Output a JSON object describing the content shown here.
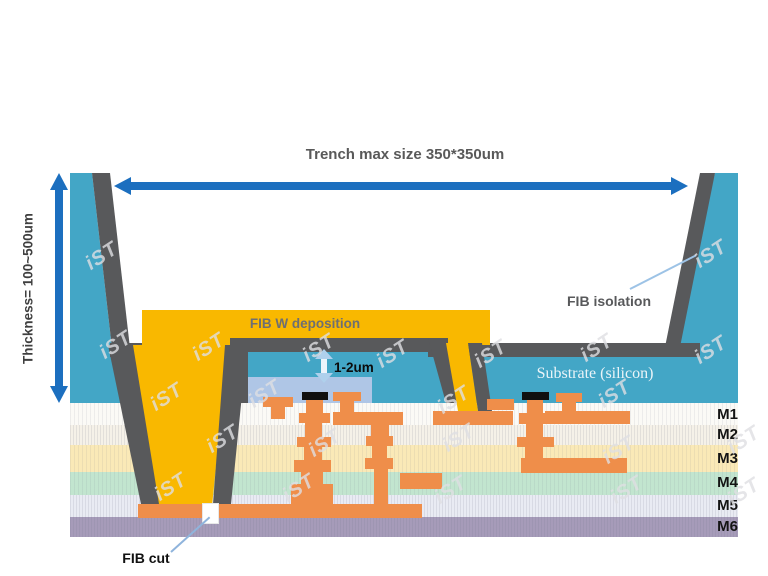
{
  "title": "Trench max size  350*350um",
  "labels": {
    "thickness": "Thickness= 100~500um",
    "deposition": "FIB W deposition",
    "gap": "1-2um",
    "substrate": "Substrate (silicon)",
    "isolation": "FIB isolation",
    "cut": "FIB cut"
  },
  "watermark": "iST",
  "metal_layers": [
    {
      "label": "M1",
      "color": "#FBFAF6"
    },
    {
      "label": "M2",
      "color": "#F5F1E8"
    },
    {
      "label": "M3",
      "color": "#FAE9B7"
    },
    {
      "label": "M4",
      "color": "#C2E5CF"
    },
    {
      "label": "M5",
      "color": "#E9EBF3"
    },
    {
      "label": "M6",
      "color": "#A69BB9"
    }
  ],
  "colors": {
    "substrate_silicon": "#43A6C6",
    "fib_wall_gray": "#58595B",
    "fib_w_deposition": "#F9B800",
    "metal_orange": "#EF8E4A",
    "dimension_arrow_blue": "#1C6FBF",
    "gap_arrow_blue": "#AFD0EC",
    "dielectric_box": "#AFC6E6",
    "label_gray": "#595959"
  }
}
